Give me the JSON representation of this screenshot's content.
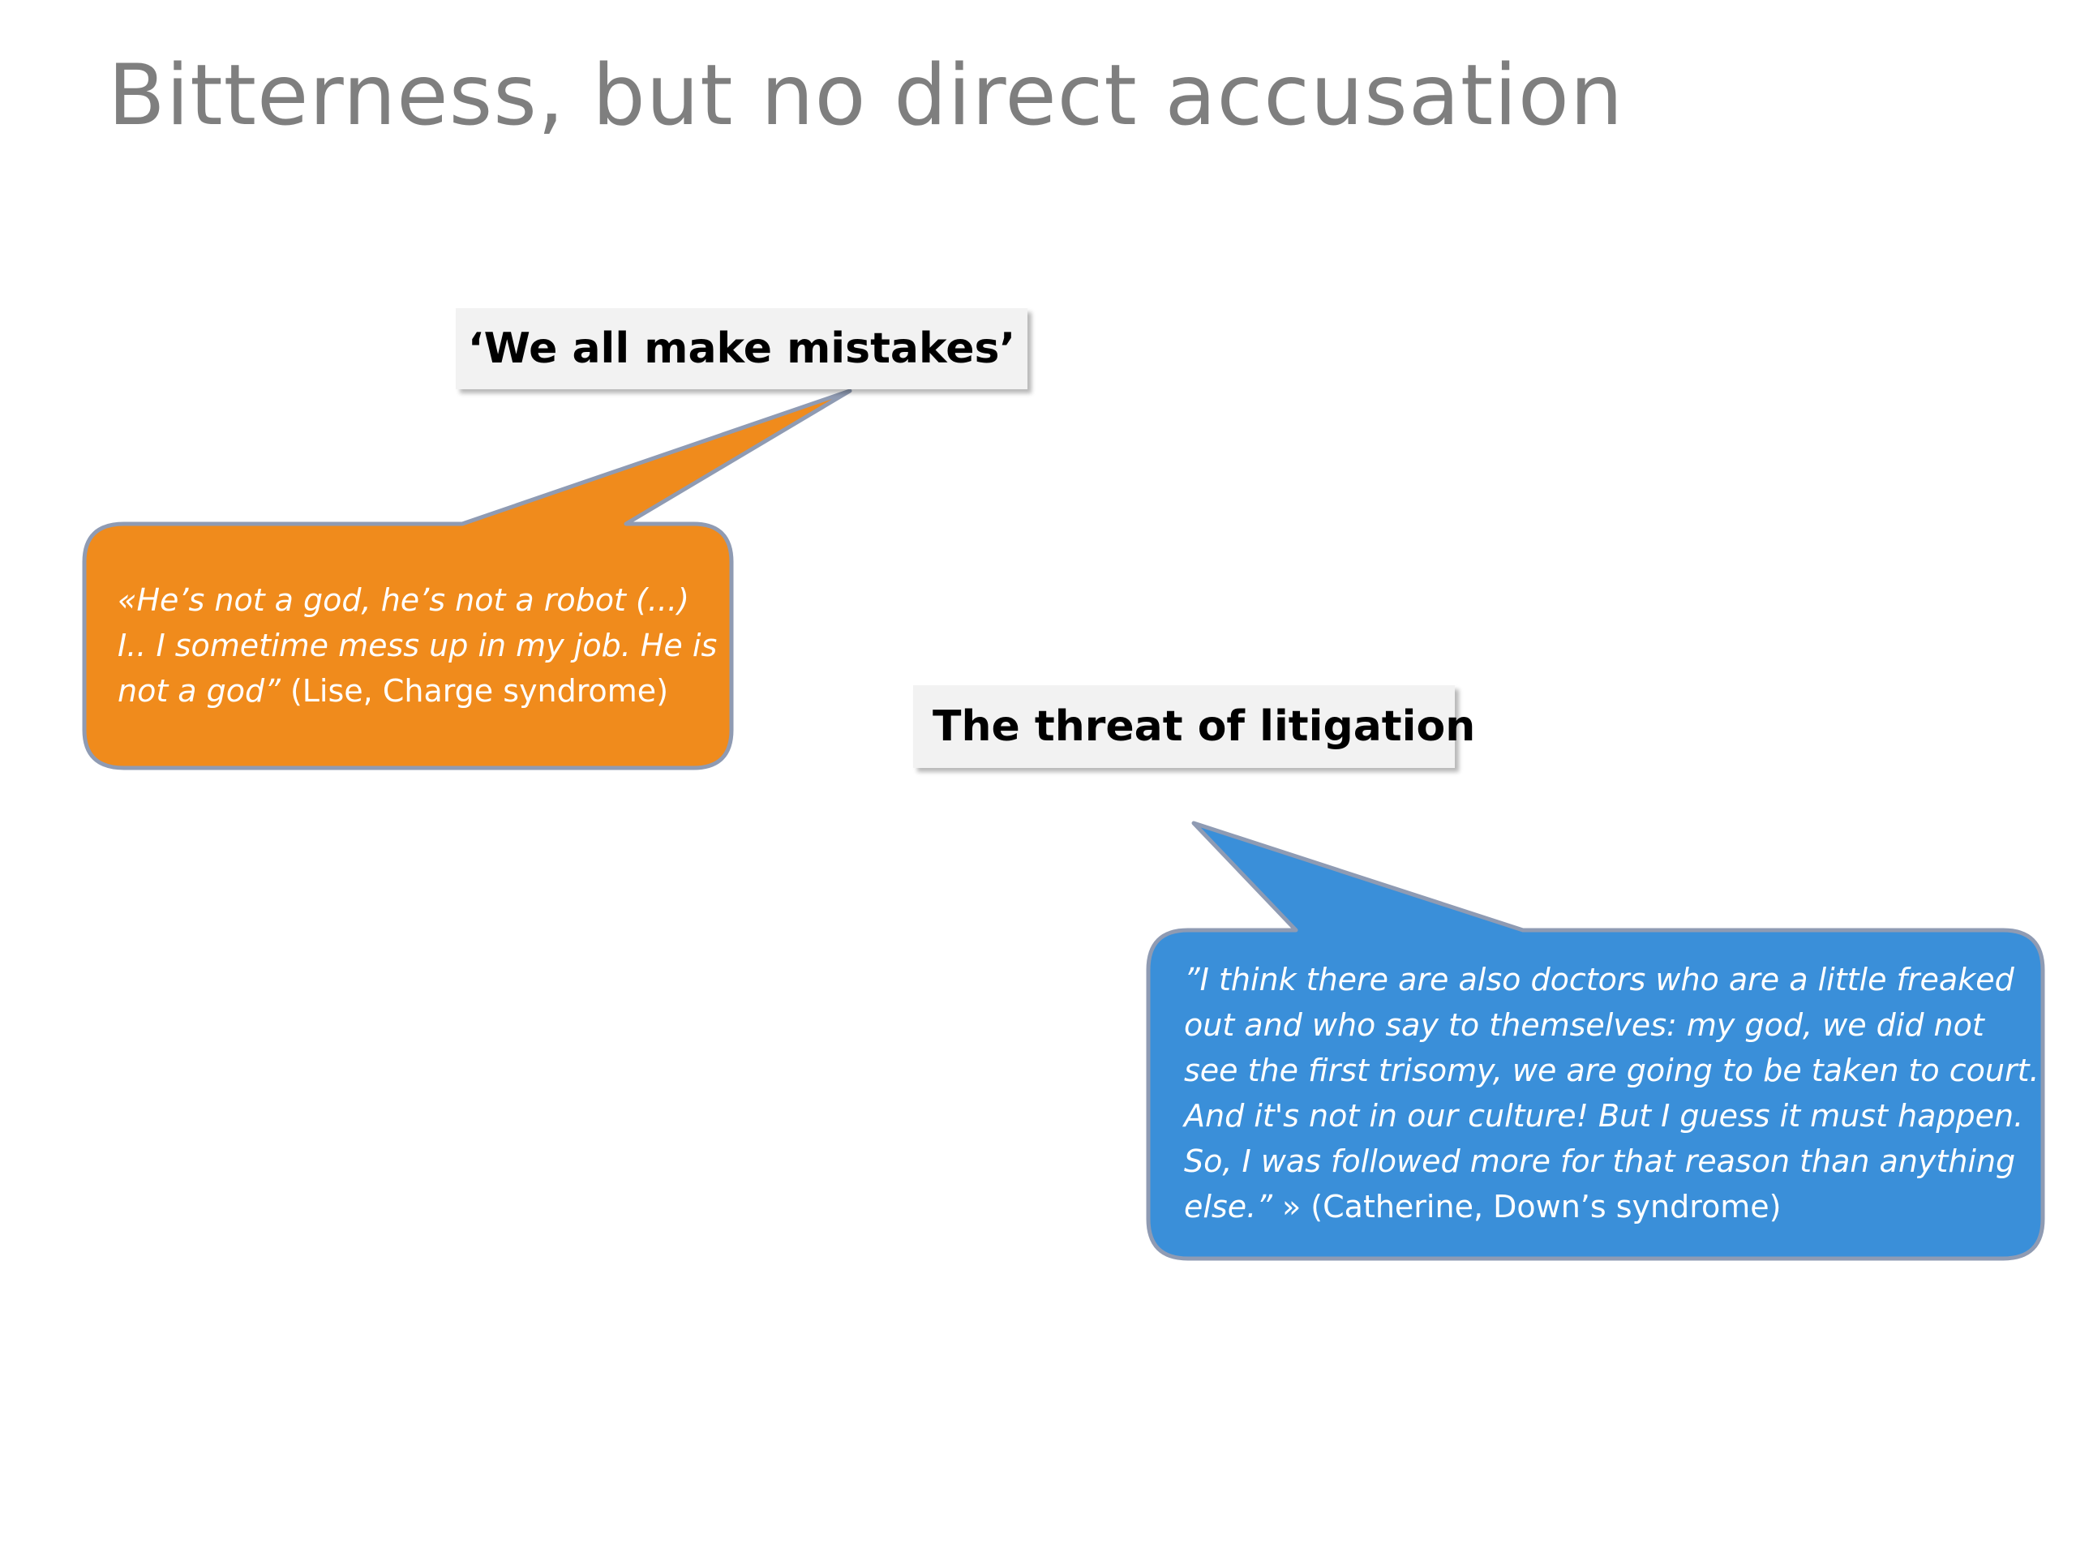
{
  "slide": {
    "title": "Bitterness, but no direct accusation"
  },
  "labels": {
    "mistakes": "‘We all make mistakes’",
    "litigation": "The threat of litigation"
  },
  "callouts": {
    "orange": {
      "quote": "«He’s not a god, he’s not a robot (...) I.. I sometime mess up in my job. He is not a god”",
      "attribution": " (Lise, Charge syndrome)",
      "color": "#f08b1c"
    },
    "blue": {
      "quote": "”I think there are also doctors who are a little freaked out and who say to themselves: my god, we did not see the first trisomy, we are going to be taken to court. And it's not in our culture! But I guess it must happen. So, I was followed more for that reason than anything else.”",
      "attribution": " » (Catherine, Down’s syndrome)",
      "color": "#3a8fd9"
    }
  },
  "colors": {
    "title": "#7f7f7f",
    "label_bg": "#f2f2f2",
    "callout_border": "#8f9bb3"
  }
}
